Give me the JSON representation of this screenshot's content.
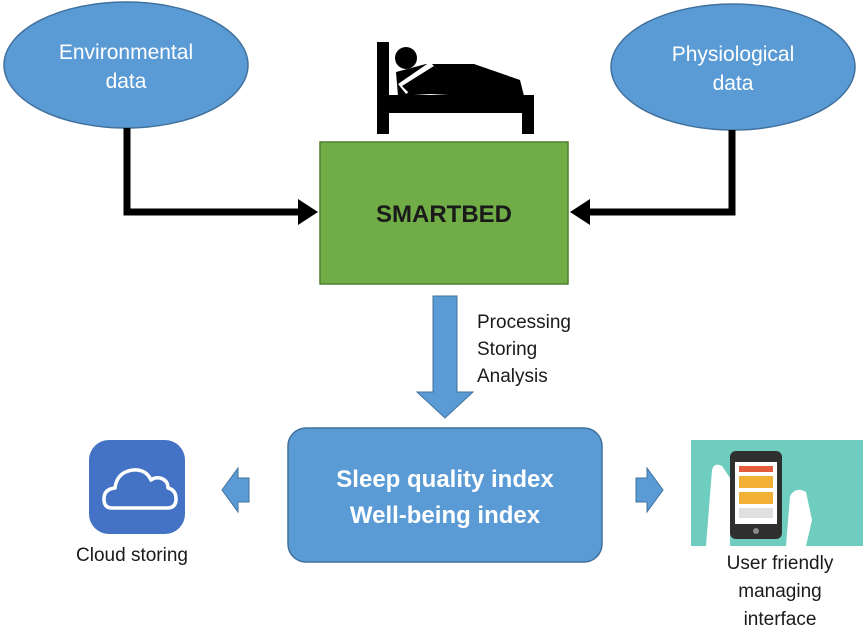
{
  "nodes": {
    "environmental": {
      "line1": "Environmental",
      "line2": "data"
    },
    "physiological": {
      "line1": "Physiological",
      "line2": "data"
    },
    "smartbed": {
      "label": "SMARTBED"
    },
    "indices": {
      "line1": "Sleep quality index",
      "line2": "Well-being index"
    },
    "cloud": {
      "label": "Cloud storing"
    },
    "interface": {
      "line1": "User friendly",
      "line2": "managing",
      "line3": "interface"
    }
  },
  "process_steps": [
    "Processing",
    "Storing",
    "Analysis"
  ],
  "colors": {
    "ellipse_fill": "#5b9bd5",
    "ellipse_stroke": "#41719c",
    "smartbed_fill": "#70ad47",
    "smartbed_stroke": "#507e32",
    "index_fill": "#5b9bd5",
    "arrow_block": "#5b9bd5",
    "cloud_tile": "#4472c4",
    "phone_bg": "#6fcdc0"
  },
  "icons": [
    "bed-person-icon",
    "cloud-icon",
    "smartphone-hand-icon"
  ]
}
